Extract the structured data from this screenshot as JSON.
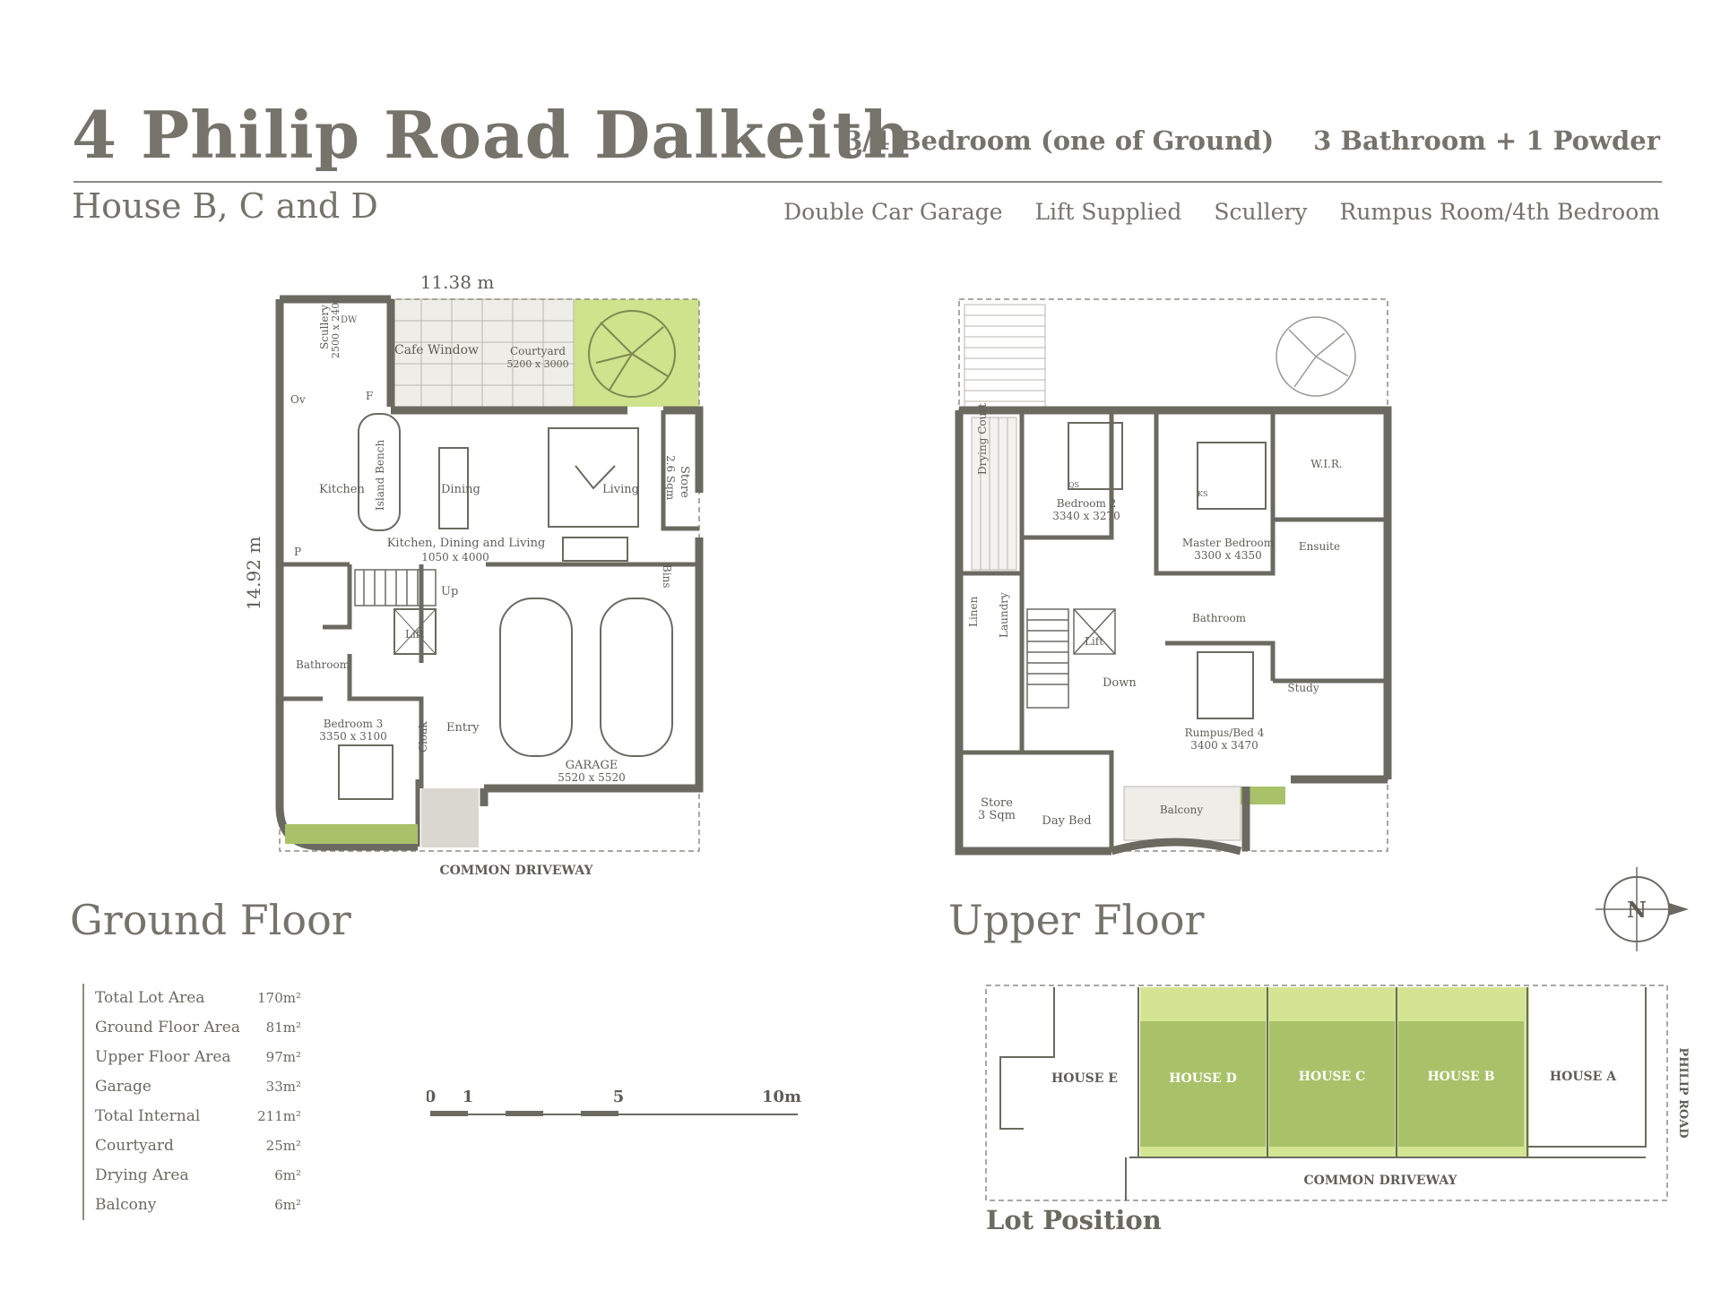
{
  "header": {
    "title": "4 Philip Road Dalkeith",
    "subtitle": "House B, C and D",
    "bedrooms": "3/4 Bedroom (one of Ground)",
    "bathrooms": "3 Bathroom + 1 Powder",
    "features": [
      "Double Car Garage",
      "Lift Supplied",
      "Scullery",
      "Rumpus Room/4th Bedroom"
    ]
  },
  "ground": {
    "label": "Ground Floor",
    "width_dim": "11.38 m",
    "depth_dim": "14.92 m",
    "rooms": {
      "scullery": "Scullery",
      "scullery_size": "2500 x 2400",
      "dw": "DW",
      "ov": "Ov",
      "f": "F",
      "p": "P",
      "cafe_window": "Cafe Window",
      "courtyard": "Courtyard",
      "courtyard_size": "5200 x 3000",
      "kitchen": "Kitchen",
      "island_bench": "Island Bench",
      "dining": "Dining",
      "living": "Living",
      "store": "Store",
      "store_size": "2.6 Sqm",
      "kdl": "Kitchen, Dining and Living",
      "kdl_size": "1050 x 4000",
      "up": "Up",
      "bins": "Bins",
      "lift": "Lift",
      "bathroom": "Bathroom",
      "bedroom3": "Bedroom 3",
      "bedroom3_size": "3350 x 3100",
      "cloak": "Cloak",
      "entry": "Entry",
      "garage": "GARAGE",
      "garage_size": "5520 x 5520",
      "driveway": "COMMON DRIVEWAY"
    }
  },
  "upper": {
    "label": "Upper Floor",
    "rooms": {
      "drying_court": "Drying Court",
      "bedroom2": "Bedroom 2",
      "bedroom2_size": "3340 x 3270",
      "qs": "QS",
      "ks": "KS",
      "master": "Master Bedroom",
      "master_size": "3300 x 4350",
      "wir": "W.I.R.",
      "ensuite": "Ensuite",
      "linen": "Linen",
      "laundry": "Laundry",
      "lift": "Lift",
      "down": "Down",
      "bathroom": "Bathroom",
      "study": "Study",
      "rumpus": "Rumpus/Bed 4",
      "rumpus_size": "3400 x 3470",
      "store": "Store",
      "store_size": "3 Sqm",
      "day_bed": "Day Bed",
      "balcony": "Balcony"
    }
  },
  "areas": [
    {
      "label": "Total Lot Area",
      "value": "170m²"
    },
    {
      "label": "Ground Floor Area",
      "value": "81m²"
    },
    {
      "label": "Upper Floor Area",
      "value": "97m²"
    },
    {
      "label": "Garage",
      "value": "33m²"
    },
    {
      "label": "Total Internal",
      "value": "211m²"
    },
    {
      "label": "Courtyard",
      "value": "25m²"
    },
    {
      "label": "Drying Area",
      "value": "6m²"
    },
    {
      "label": "Balcony",
      "value": "6m²"
    }
  ],
  "scale_bar": {
    "ticks": [
      "0",
      "1",
      "5",
      "10m"
    ]
  },
  "compass": {
    "letter": "N"
  },
  "lot_position": {
    "title": "Lot Position",
    "houses": [
      "HOUSE E",
      "HOUSE D",
      "HOUSE C",
      "HOUSE B",
      "HOUSE A"
    ],
    "road": "PHILIP ROAD",
    "driveway": "COMMON DRIVEWAY"
  },
  "colors": {
    "text": "#6b6a5e",
    "wall": "#6b6a60",
    "green_light": "#cfe28c",
    "green_mid": "#a9c26a",
    "paving": "#d9d7d0"
  }
}
